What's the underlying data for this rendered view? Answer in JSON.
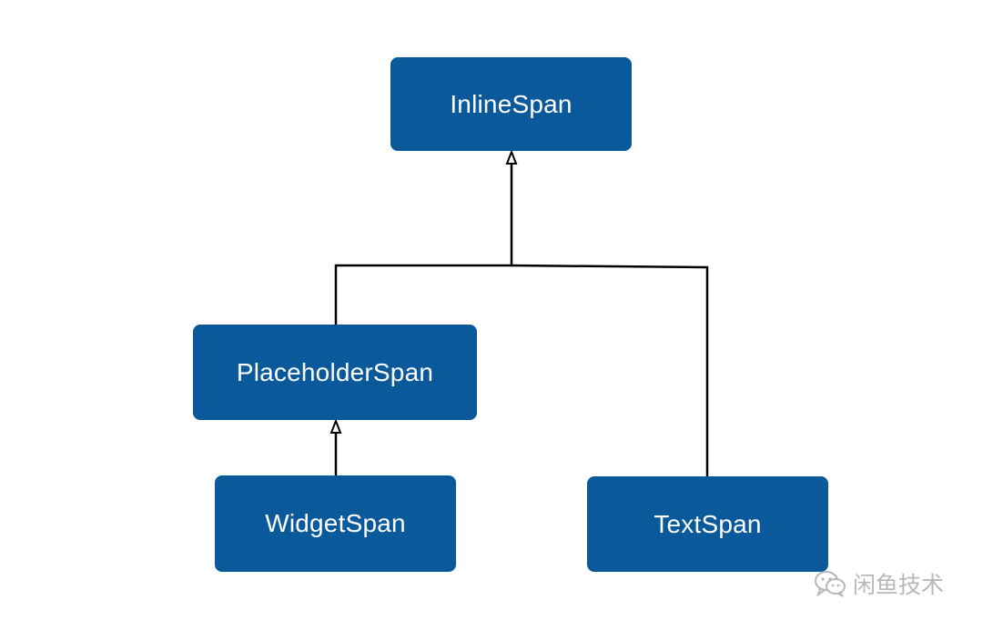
{
  "diagram": {
    "nodes": {
      "inline_span": "InlineSpan",
      "placeholder_span": "PlaceholderSpan",
      "widget_span": "WidgetSpan",
      "text_span": "TextSpan"
    },
    "edges": [
      {
        "from": "placeholder_span",
        "to": "inline_span",
        "type": "inheritance"
      },
      {
        "from": "text_span",
        "to": "inline_span",
        "type": "inheritance"
      },
      {
        "from": "widget_span",
        "to": "placeholder_span",
        "type": "inheritance"
      }
    ],
    "colors": {
      "node_fill": "#0a5a9b",
      "node_text": "#ffffff",
      "edge": "#000000"
    }
  },
  "watermark": {
    "icon": "wechat-icon",
    "text": "闲鱼技术"
  }
}
